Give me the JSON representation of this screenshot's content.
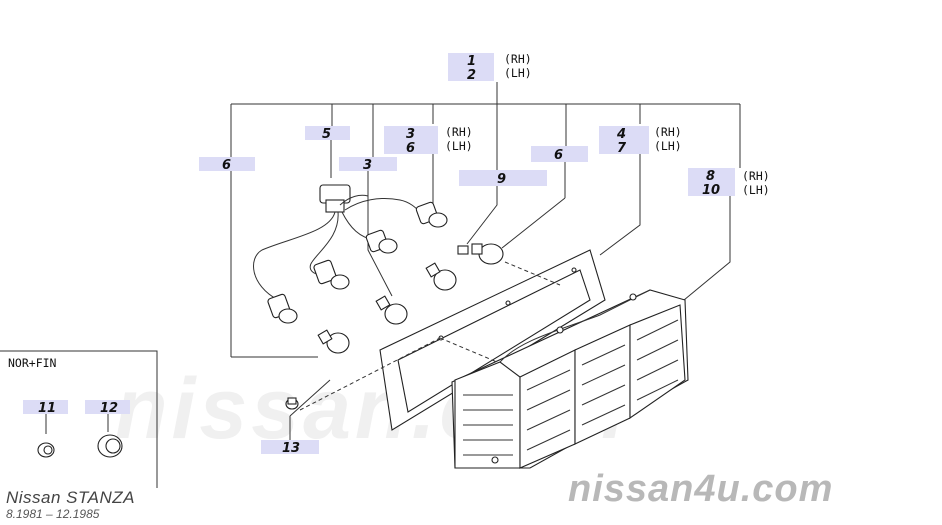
{
  "labels": {
    "l1": "1",
    "l2": "2",
    "l5": "5",
    "l3a": "3",
    "l6a": "6",
    "l4": "4",
    "l7": "7",
    "l6_left": "6",
    "l3_mid": "3",
    "l9": "9",
    "l6_mid": "6",
    "l8": "8",
    "l10": "10",
    "l11": "11",
    "l12": "12",
    "l13": "13"
  },
  "side": {
    "rh": "(RH)",
    "lh": "(LH)"
  },
  "inset": {
    "title": "NOR+FIN"
  },
  "footer": {
    "model": "Nissan STANZA",
    "years": "8.1981 – 12.1985",
    "site": "nissan4u.com"
  },
  "watermark": "nissan.com",
  "colors": {
    "label_box": "#dcdcf6",
    "line": "#333333",
    "watermark": "#b8b8b8"
  }
}
